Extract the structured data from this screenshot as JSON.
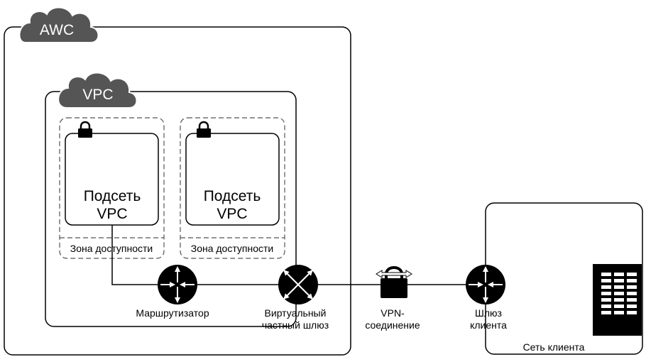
{
  "cloud_awc": "AWC",
  "cloud_vpc": "VPC",
  "subnets": [
    {
      "line1": "Подсеть",
      "line2": "VPC",
      "zone": "Зона доступности"
    },
    {
      "line1": "Подсеть",
      "line2": "VPC",
      "zone": "Зона доступности"
    }
  ],
  "router": "Маршрутизатор",
  "vgw": {
    "line1": "Виртуальный",
    "line2": "частный шлюз"
  },
  "vpn": {
    "line1": "VPN-",
    "line2": "соединение"
  },
  "cgw": {
    "line1": "Шлюз",
    "line2": "клиента"
  },
  "client_network": "Сеть клиента",
  "colors": {
    "ink": "#000000",
    "cloud": "#555555",
    "background": "#ffffff"
  }
}
